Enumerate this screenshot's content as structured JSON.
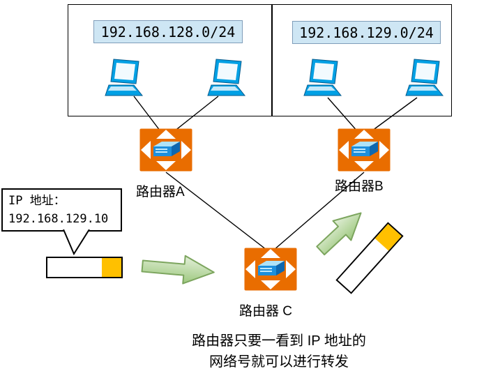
{
  "diagram": {
    "subnet_left": "192.168.128.0/24",
    "subnet_right": "192.168.129.0/24",
    "router_a_label": "路由器A",
    "router_b_label": "路由器B",
    "router_c_label": "路由器 C",
    "callout_line1": "IP 地址：",
    "callout_line2": "192.168.129.10",
    "caption_line1": "路由器只要一看到 IP 地址的",
    "caption_line2": "网络号就可以进行转发"
  },
  "colors": {
    "router_orange": "#e96d00",
    "laptop_blue": "#00a0e4",
    "laptop_dark": "#045a8c",
    "subnet_fill": "#cee6f4",
    "subnet_border": "#7f9db9",
    "packet_orange": "#ffc000",
    "arrow_green_light": "#e3efd9",
    "arrow_green": "#9cc87d",
    "arrow_green_stroke": "#7ca55e"
  }
}
